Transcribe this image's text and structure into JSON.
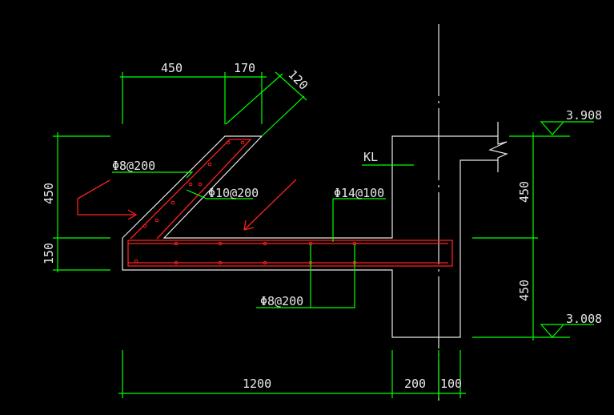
{
  "dimensions": {
    "top_450": "450",
    "top_170": "170",
    "top_120": "120",
    "left_450": "450",
    "left_150": "150",
    "right_450_upper": "450",
    "right_450_lower": "450",
    "bottom_1200": "1200",
    "bottom_200": "200",
    "bottom_100": "100"
  },
  "elevations": {
    "top": "3.908",
    "bottom": "3.008"
  },
  "rebar_labels": {
    "phi8_200_upper": "Φ8@200",
    "phi10_200": "Φ10@200",
    "phi14_100": "Φ14@100",
    "phi8_200_lower": "Φ8@200",
    "kl": "KL"
  },
  "colors": {
    "background": "#000000",
    "outline": "#e8e8e8",
    "dimension": "#00ff00",
    "rebar": "#ff2020",
    "text": "#e8e8e8"
  }
}
